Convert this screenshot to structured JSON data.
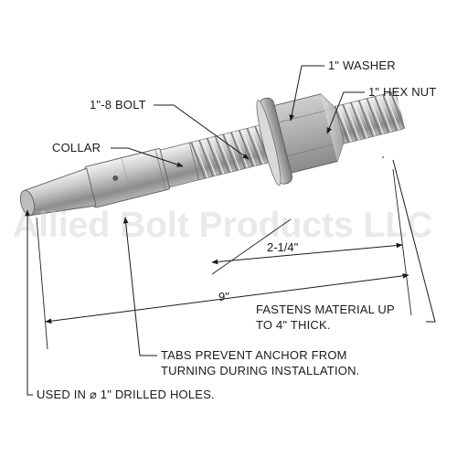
{
  "watermark": "Allied Bolt Products LLC",
  "labels": {
    "washer": "1\" WASHER",
    "hex_nut": "1\" HEX NUT",
    "bolt": "1\"-8 BOLT",
    "collar": "COLLAR",
    "fastens_line1": "FASTENS MATERIAL UP",
    "fastens_line2": "TO 4\" THICK.",
    "tabs_line1": "TABS PREVENT ANCHOR FROM",
    "tabs_line2": "TURNING DURING INSTALLATION.",
    "used_in": "USED IN ⌀ 1\" DRILLED HOLES."
  },
  "dimensions": {
    "thread_length": "2-1/4\"",
    "overall_length": "9\""
  }
}
